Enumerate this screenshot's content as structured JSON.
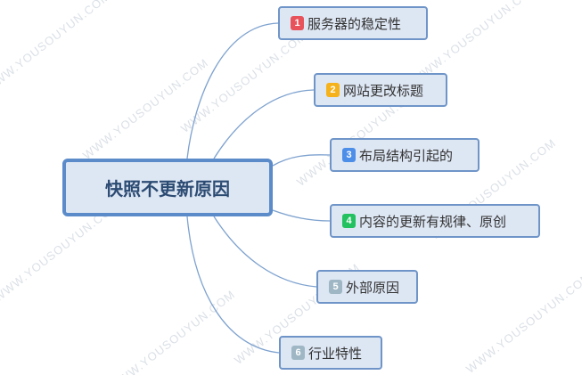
{
  "watermark_text": "WWW.YOUSOUYUN.COM",
  "root": {
    "label": "快照不更新原因"
  },
  "branches": [
    {
      "badge": "1",
      "label": "服务器的稳定性",
      "color": "#e8525a"
    },
    {
      "badge": "2",
      "label": "网站更改标题",
      "color": "#f5b21b"
    },
    {
      "badge": "3",
      "label": "布局结构引起的",
      "color": "#4d8ee8"
    },
    {
      "badge": "4",
      "label": "内容的更新有规律、原创",
      "color": "#23c160"
    },
    {
      "badge": "5",
      "label": "外部原因",
      "color": "#9fb7c4"
    },
    {
      "badge": "6",
      "label": "行业特性",
      "color": "#9fb7c4"
    }
  ],
  "colors": {
    "connector": "#7ea2cf",
    "node_border": "#6f95c8",
    "node_fill": "#dde6f3"
  }
}
